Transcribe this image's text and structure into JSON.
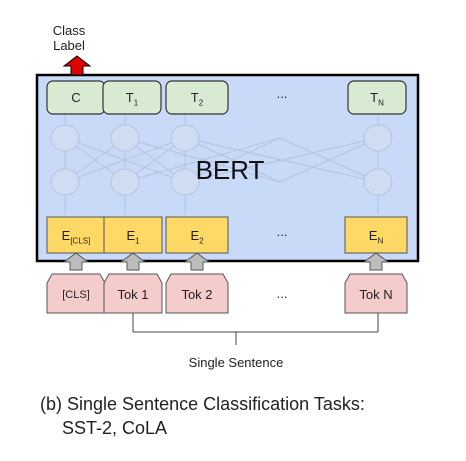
{
  "class_label": [
    "Class",
    "Label"
  ],
  "model_name": "BERT",
  "outputs": [
    {
      "main": "C",
      "sub": ""
    },
    {
      "main": "T",
      "sub": "1"
    },
    {
      "main": "T",
      "sub": "2"
    },
    {
      "main": "...",
      "sub": ""
    },
    {
      "main": "T",
      "sub": "N"
    }
  ],
  "embeddings": [
    {
      "main": "E",
      "sub": "[CLS]"
    },
    {
      "main": "E",
      "sub": "1"
    },
    {
      "main": "E",
      "sub": "2"
    },
    {
      "main": "...",
      "sub": ""
    },
    {
      "main": "E",
      "sub": "N"
    }
  ],
  "tokens": [
    "[CLS]",
    "Tok 1",
    "Tok 2",
    "...",
    "Tok N"
  ],
  "sentence_label": "Single Sentence",
  "caption": [
    "(b) Single Sentence Classification Tasks:",
    "SST-2, CoLA"
  ],
  "colors": {
    "bert_bg": "#c9daf8",
    "output_box": "#d9ead3",
    "embedding_box": "#ffd966",
    "token_box": "#f4cccc",
    "arrow_red": "#e00000",
    "arrow_gray": "#bbbbbb"
  }
}
